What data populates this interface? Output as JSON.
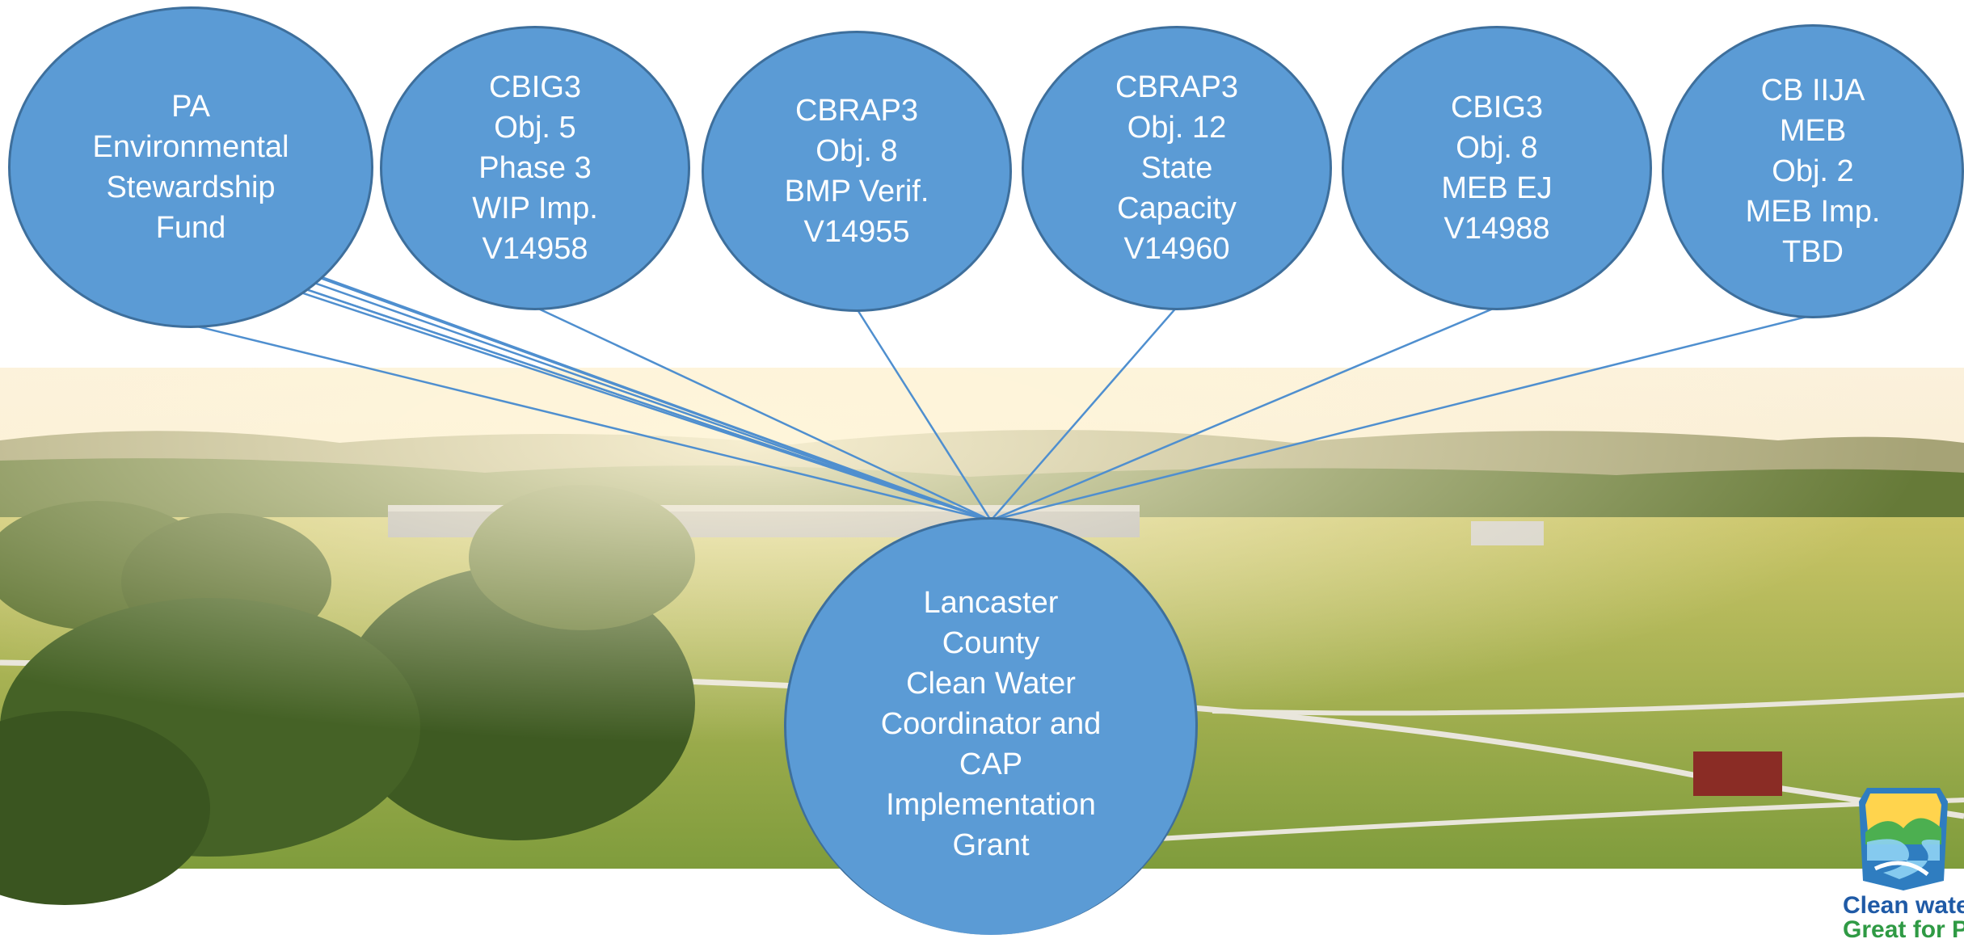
{
  "diagram": {
    "funding_sources": [
      {
        "id": "pa-esf",
        "text": "PA\nEnvironmental\nStewardship\nFund"
      },
      {
        "id": "cbig3-obj5",
        "text": "CBIG3\nObj. 5\nPhase 3\nWIP Imp.\nV14958"
      },
      {
        "id": "cbrap3-obj8",
        "text": "CBRAP3\nObj. 8\nBMP Verif.\nV14955"
      },
      {
        "id": "cbrap3-obj12",
        "text": "CBRAP3\nObj. 12\nState\nCapacity\nV14960"
      },
      {
        "id": "cbig3-obj8",
        "text": "CBIG3\nObj. 8\nMEB EJ\nV14988"
      },
      {
        "id": "cb-iija-meb",
        "text": "CB IIJA\nMEB\nObj. 2\nMEB Imp.\nTBD"
      }
    ],
    "central_grant": {
      "text": "Lancaster\nCounty\nClean Water\nCoordinator and\nCAP\nImplementation\nGrant"
    },
    "colors": {
      "node_fill": "#5b9bd5",
      "node_border": "#3e6f9c",
      "connector": "#4f8fcf",
      "node_text": "#ffffff"
    }
  },
  "logo": {
    "line1": "Clean water",
    "line2": "Great for PA"
  }
}
